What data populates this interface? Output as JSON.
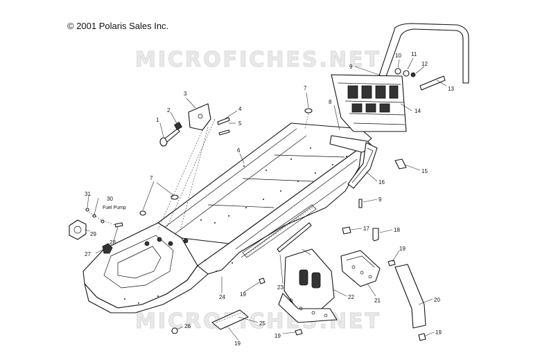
{
  "copyright": "© 2001 Polaris Sales Inc.",
  "watermark": "MICROFICHES.NET",
  "fuel_pump_label": "Fuel Pump",
  "callouts": [
    "1",
    "2",
    "3",
    "4",
    "5",
    "6",
    "7",
    "8",
    "9",
    "10",
    "11",
    "12",
    "13",
    "14",
    "15",
    "16",
    "17",
    "18",
    "19",
    "20",
    "21",
    "22",
    "23",
    "24",
    "25",
    "26",
    "27",
    "28",
    "29",
    "30",
    "31"
  ]
}
